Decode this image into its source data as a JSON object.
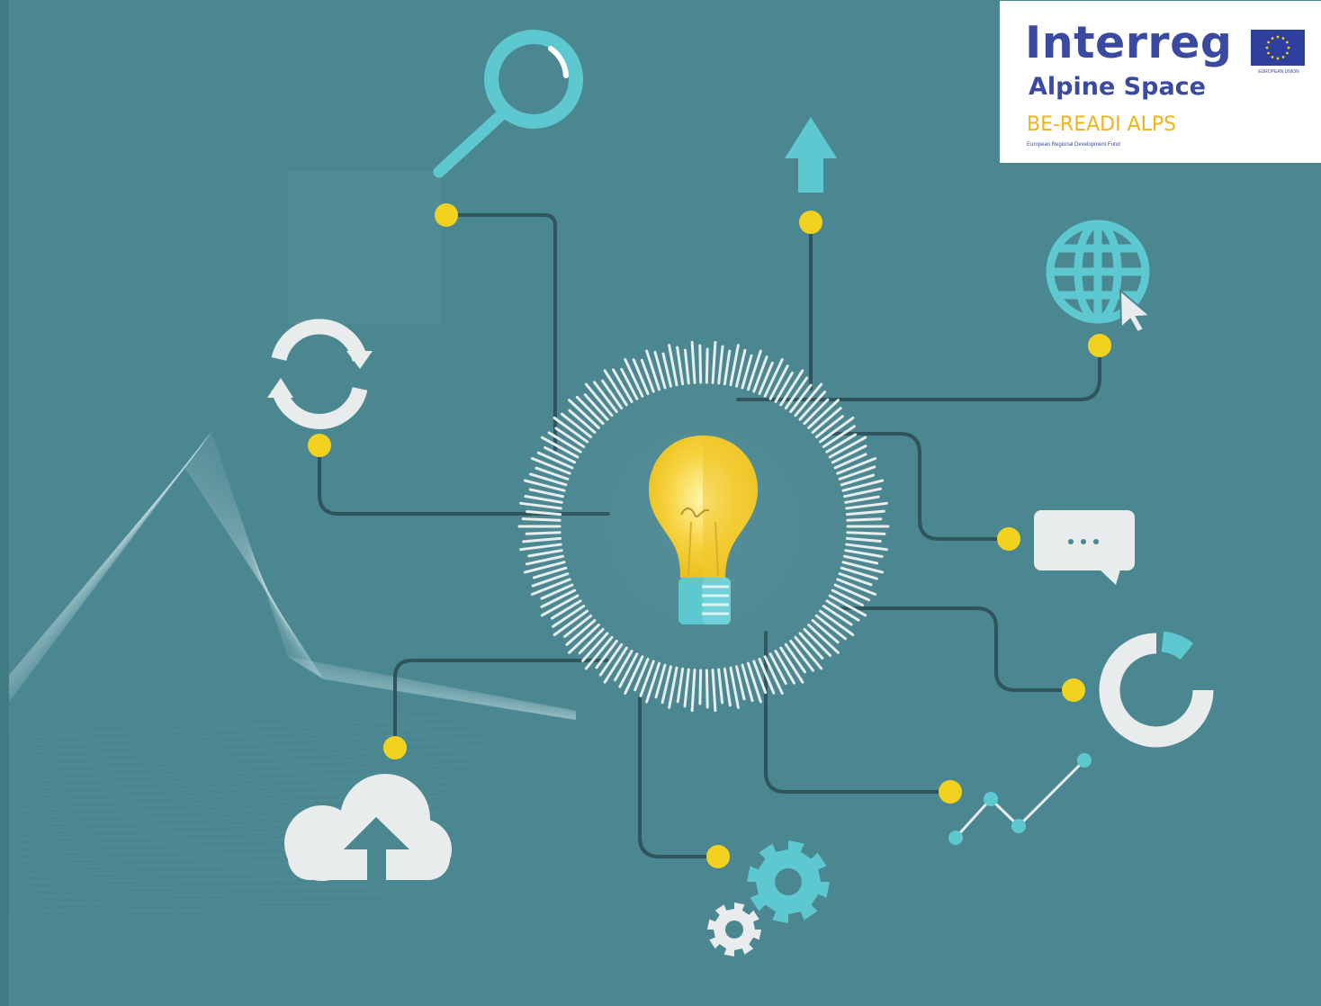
{
  "logo": {
    "program": "Interreg",
    "region": "Alpine Space",
    "project": "BE-READI ALPS",
    "fund": "European Regional Development Fund",
    "eu_label": "EUROPEAN UNION"
  },
  "colors": {
    "background": "#4b8791",
    "accent_cyan": "#5ec8d0",
    "node_yellow": "#f2d21e",
    "icon_light": "#e9ecec",
    "line_dark": "#30545c",
    "logo_blue": "#3a4aa0",
    "logo_yellow": "#f2b21b"
  },
  "icons": [
    "search-icon",
    "arrow-up-icon",
    "globe-icon",
    "cursor-icon",
    "refresh-icon",
    "lightbulb-icon",
    "chat-bubble-icon",
    "donut-chart-icon",
    "line-chart-icon",
    "cloud-upload-icon",
    "gears-icon",
    "eu-flag-icon"
  ]
}
